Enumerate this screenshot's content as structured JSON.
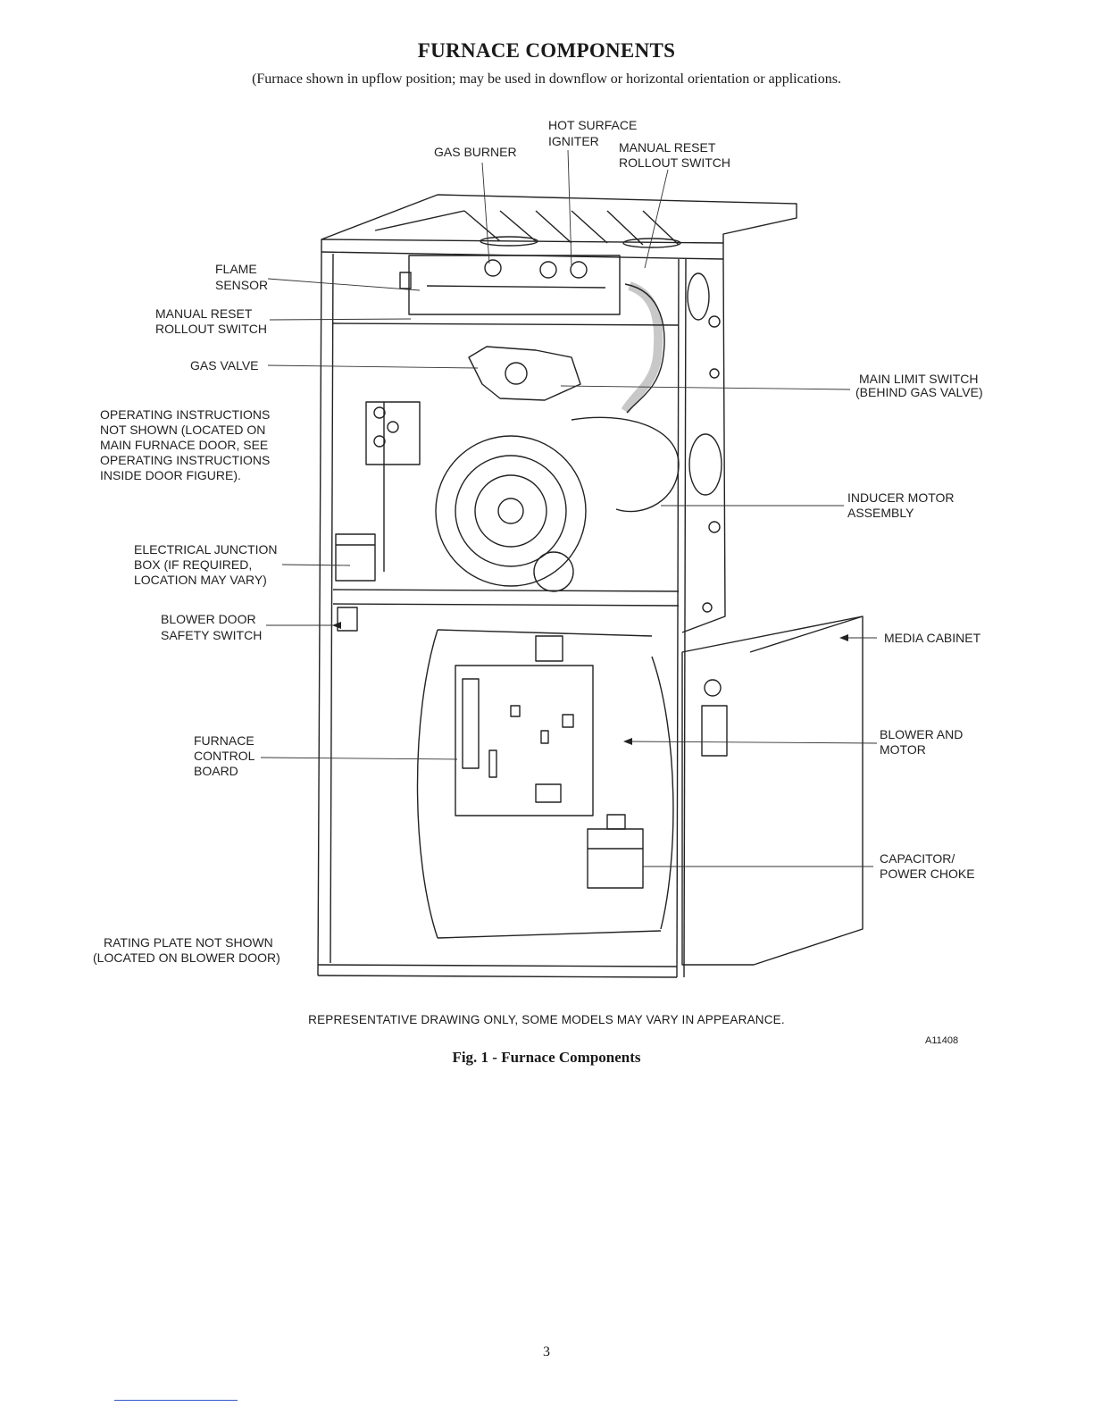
{
  "page": {
    "title": "FURNACE COMPONENTS",
    "subtitle": "(Furnace shown in upflow position; may be used in downflow or horizontal orientation or applications.",
    "disclaimer": "REPRESENTATIVE DRAWING ONLY, SOME MODELS MAY VARY IN APPEARANCE.",
    "figure_code": "A11408",
    "caption": "Fig. 1 - Furnace Components",
    "page_number": "3"
  },
  "labels": {
    "hot_surface_igniter": [
      "HOT SURFACE",
      "IGNITER"
    ],
    "gas_burner": [
      "GAS BURNER"
    ],
    "manual_reset_rollout_top": [
      "MANUAL RESET",
      "ROLLOUT SWITCH"
    ],
    "flame_sensor": [
      "FLAME",
      "SENSOR"
    ],
    "manual_reset_rollout_left": [
      "MANUAL RESET",
      "ROLLOUT SWITCH"
    ],
    "gas_valve": [
      "GAS VALVE"
    ],
    "operating_instructions": [
      "OPERATING INSTRUCTIONS",
      "NOT SHOWN (LOCATED ON",
      "MAIN FURNACE DOOR, SEE",
      "OPERATING INSTRUCTIONS",
      "INSIDE DOOR FIGURE)."
    ],
    "electrical_junction_box": [
      "ELECTRICAL JUNCTION",
      "BOX (IF REQUIRED,",
      "LOCATION MAY VARY)"
    ],
    "blower_door_safety_switch": [
      "BLOWER DOOR",
      "SAFETY SWITCH"
    ],
    "furnace_control_board": [
      "FURNACE",
      "CONTROL",
      "BOARD"
    ],
    "rating_plate": [
      "RATING PLATE NOT SHOWN",
      "(LOCATED ON BLOWER DOOR)"
    ],
    "main_limit_switch": [
      "MAIN LIMIT SWITCH",
      "(BEHIND GAS VALVE)"
    ],
    "inducer_motor_assembly": [
      "INDUCER MOTOR",
      "ASSEMBLY"
    ],
    "media_cabinet": [
      "MEDIA CABINET"
    ],
    "blower_and_motor": [
      "BLOWER AND",
      "MOTOR"
    ],
    "capacitor_power_choke": [
      "CAPACITOR/",
      "POWER CHOKE"
    ]
  },
  "colors": {
    "ink": "#1a1a1a",
    "footnote_rule": "#3355cc"
  }
}
